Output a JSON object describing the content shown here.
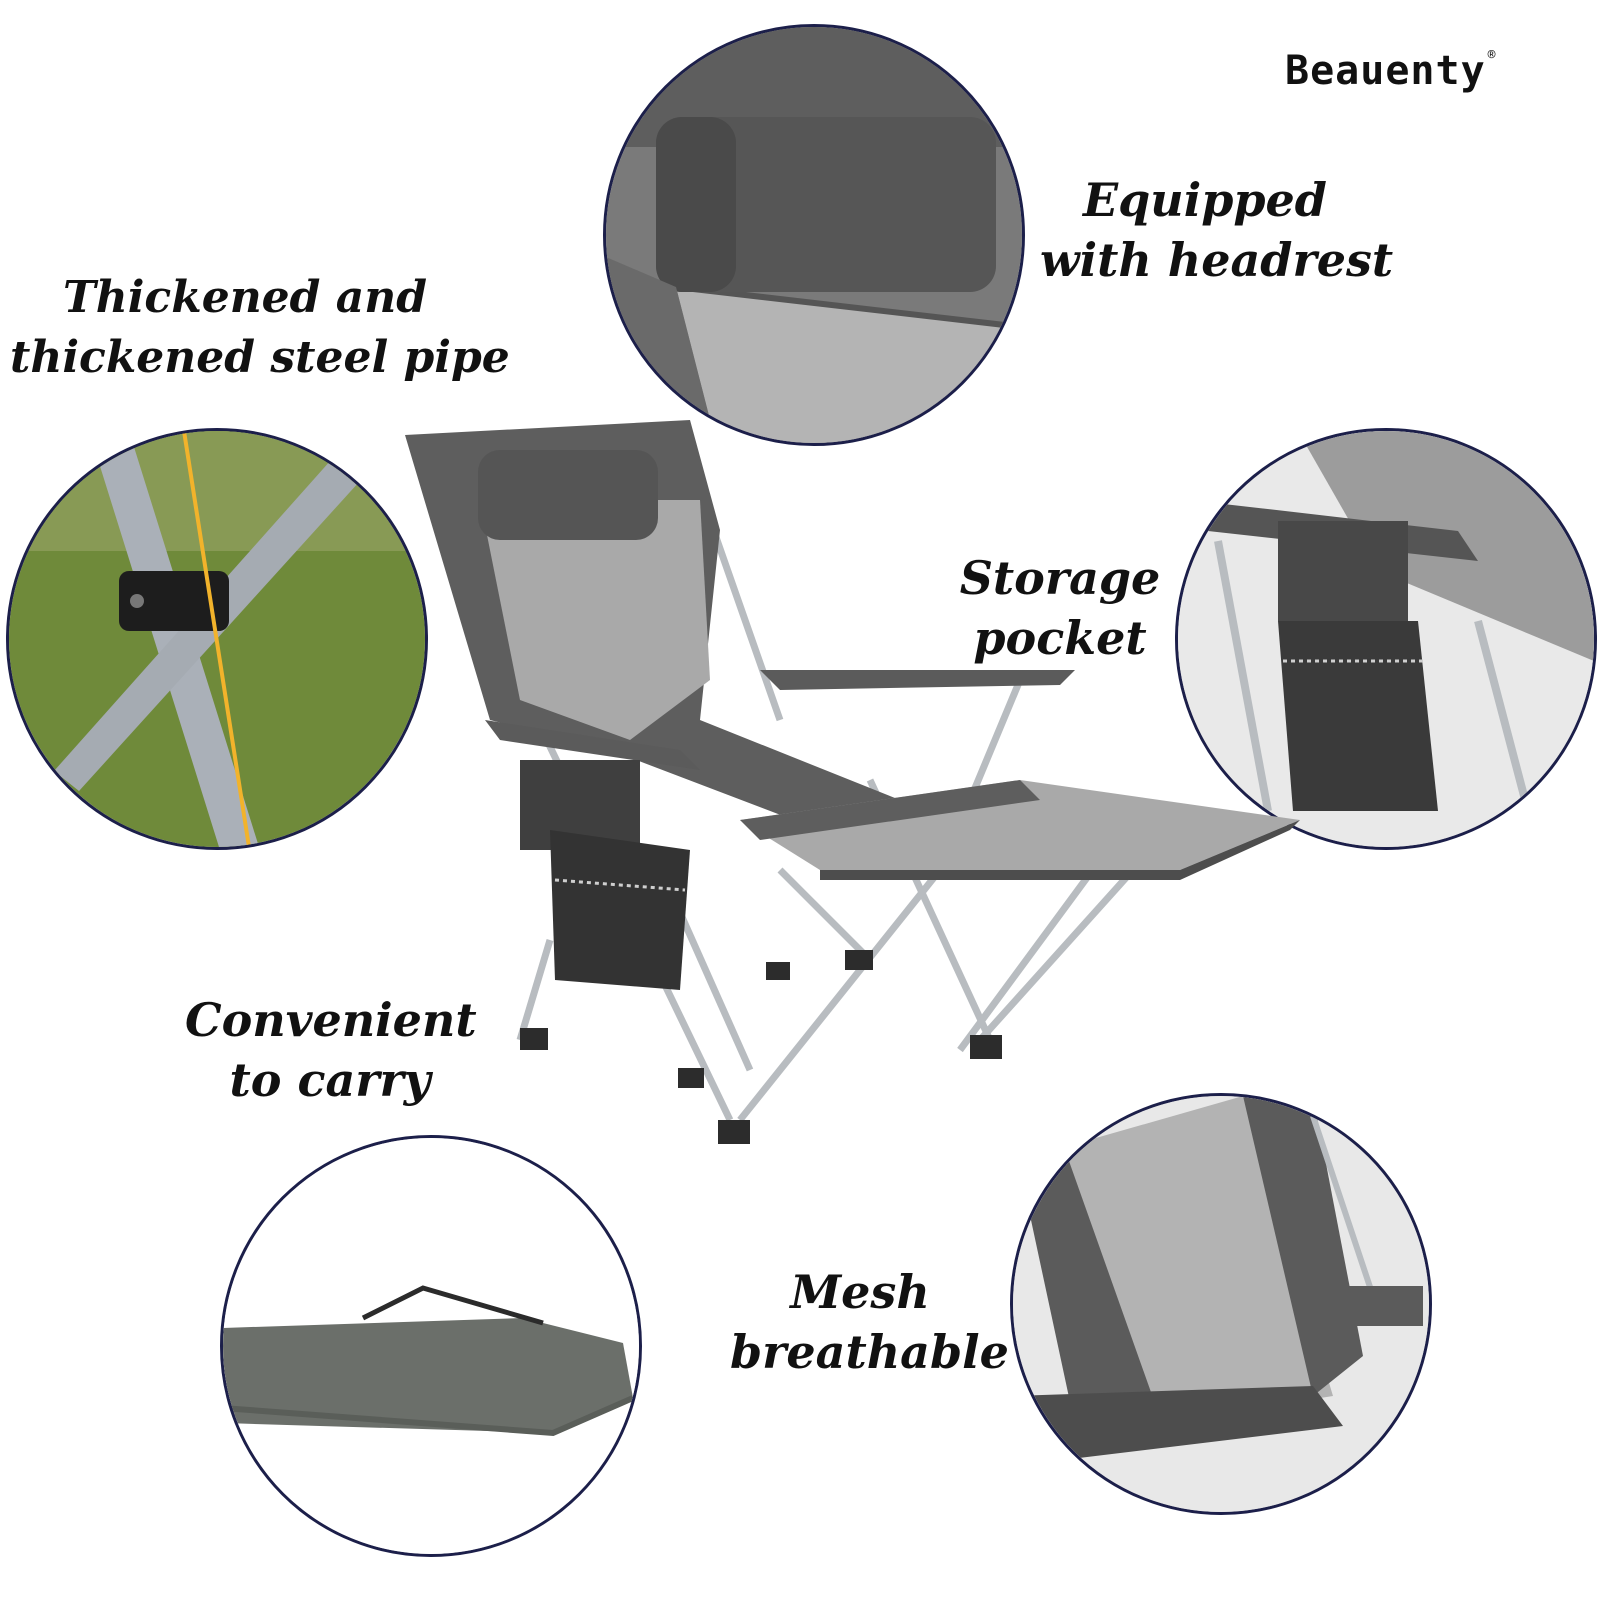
{
  "brand": {
    "name": "Beauenty",
    "mark": "®"
  },
  "features": {
    "headrest": {
      "line1": "Equipped",
      "line2": "with headrest"
    },
    "steel_pipe": {
      "line1": "Thickened and",
      "line2": "thickened steel pipe"
    },
    "storage": {
      "line1": "Storage",
      "line2": "pocket"
    },
    "carry": {
      "line1": "Convenient",
      "line2": "to carry"
    },
    "mesh": {
      "line1": "Mesh",
      "line2": "breathable"
    }
  },
  "colors": {
    "fabric": "#5e5e5e",
    "fabric_dark": "#3f3f3f",
    "mesh": "#a9a9a9",
    "frame": "#b8bcc0",
    "circle_border": "#1c1f4a",
    "grass": "#6f8a3a",
    "bag": "#6b6f6a"
  }
}
